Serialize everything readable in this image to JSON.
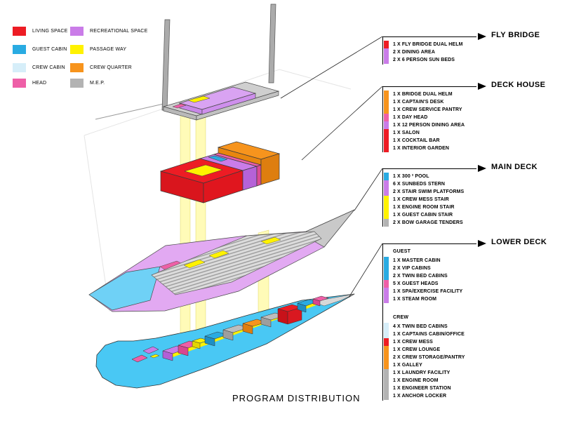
{
  "title": "PROGRAM DISTRIBUTION",
  "palette": {
    "living_space": "#ED1C24",
    "guest_cabin": "#29ABE2",
    "crew_cabin": "#D6EEF9",
    "head": "#EE5FA7",
    "recreational_space": "#CA7CE8",
    "passage_way": "#FFF200",
    "crew_quarter": "#F7941D",
    "mep": "#B3B3B3"
  },
  "legend": {
    "col1": [
      {
        "label": "LIVING SPACE",
        "color": "#ED1C24"
      },
      {
        "label": "GUEST CABIN",
        "color": "#29ABE2"
      },
      {
        "label": "CREW CABIN",
        "color": "#D6EEF9"
      },
      {
        "label": "HEAD",
        "color": "#EE5FA7"
      }
    ],
    "col2": [
      {
        "label": "RECREATIONAL SPACE",
        "color": "#CA7CE8"
      },
      {
        "label": "PASSAGE WAY",
        "color": "#FFF200"
      },
      {
        "label": "CREW QUARTER",
        "color": "#F7941D"
      },
      {
        "label": "M.E.P.",
        "color": "#B3B3B3"
      }
    ]
  },
  "sections": [
    {
      "header": "FLY BRIDGE",
      "items": [
        {
          "label": "1 X FLY BRIDGE DUAL HELM",
          "color": "#ED1C24"
        },
        {
          "label": "2 X DINING AREA",
          "color": "#CA7CE8"
        },
        {
          "label": "2 X 6 PERSON SUN BEDS",
          "color": "#CA7CE8"
        }
      ]
    },
    {
      "header": "DECK HOUSE",
      "items": [
        {
          "label": "1 X BRIDGE DUAL HELM",
          "color": "#F7941D"
        },
        {
          "label": "1 X CAPTAIN'S DESK",
          "color": "#F7941D"
        },
        {
          "label": "1 X CREW SERVICE PANTRY",
          "color": "#F7941D"
        },
        {
          "label": "1 X DAY HEAD",
          "color": "#EE5FA7"
        },
        {
          "label": "1 X 12 PERSON DINING AREA",
          "color": "#CA7CE8"
        },
        {
          "label": "1 X SALON",
          "color": "#ED1C24"
        },
        {
          "label": "1 X COCKTAIL BAR",
          "color": "#ED1C24"
        },
        {
          "label": "1 X INTERIOR GARDEN",
          "color": "#ED1C24"
        }
      ]
    },
    {
      "header": "MAIN DECK",
      "items": [
        {
          "label": "1 X 300 ² POOL",
          "color": "#29ABE2"
        },
        {
          "label": "6 X SUNBEDS STERN",
          "color": "#CA7CE8"
        },
        {
          "label": "2 X STAIR SWIM PLATFORMS",
          "color": "#CA7CE8"
        },
        {
          "label": "1 X CREW MESS STAIR",
          "color": "#FFF200"
        },
        {
          "label": "1 X ENGINE ROOM STAIR",
          "color": "#FFF200"
        },
        {
          "label": "1 X GUEST CABIN STAIR",
          "color": "#FFF200"
        },
        {
          "label": "2 X BOW GARAGE TENDERS",
          "color": "#B3B3B3"
        }
      ]
    },
    {
      "header": "LOWER DECK",
      "subsections": [
        {
          "name": "GUEST",
          "items": [
            {
              "label": "1 X MASTER CABIN",
              "color": "#29ABE2"
            },
            {
              "label": "2 X VIP CABINS",
              "color": "#29ABE2"
            },
            {
              "label": "2 X TWIN BED CABINS",
              "color": "#29ABE2"
            },
            {
              "label": "5 X GUEST HEADS",
              "color": "#EE5FA7"
            },
            {
              "label": "1 X SPA/EXERCISE FACILITY",
              "color": "#CA7CE8"
            },
            {
              "label": "1 X STEAM ROOM",
              "color": "#CA7CE8"
            }
          ]
        },
        {
          "name": "CREW",
          "items": [
            {
              "label": "4 X TWIN BED CABINS",
              "color": "#D6EEF9"
            },
            {
              "label": "1 X CAPTAINS CABIN/OFFICE",
              "color": "#D6EEF9"
            },
            {
              "label": "1 X CREW MESS",
              "color": "#ED1C24"
            },
            {
              "label": "1 X CREW LOUNGE",
              "color": "#F7941D"
            },
            {
              "label": "2 X CREW STORAGE/PANTRY",
              "color": "#F7941D"
            },
            {
              "label": "1 X GALLEY",
              "color": "#F7941D"
            },
            {
              "label": "1 X LAUNDRY FACILITY",
              "color": "#B3B3B3"
            },
            {
              "label": "1 X ENGINE ROOM",
              "color": "#B3B3B3"
            },
            {
              "label": "1 X ENGINEER STATION",
              "color": "#B3B3B3"
            },
            {
              "label": "1 X ANCHOR LOCKER",
              "color": "#B3B3B3"
            }
          ]
        }
      ]
    }
  ]
}
